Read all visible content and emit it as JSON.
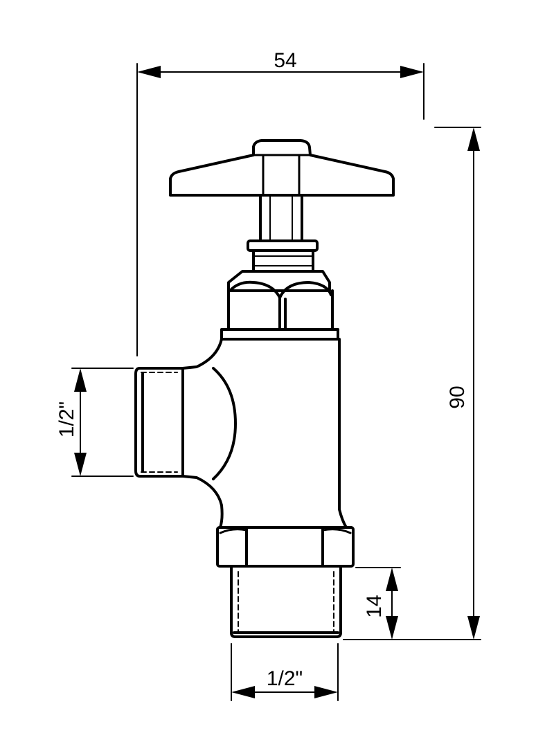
{
  "dimensions": {
    "overall_width": "54",
    "overall_height": "90",
    "side_inlet_thread": "1/2\"",
    "bottom_outlet_thread": "1/2\"",
    "bottom_thread_length": "14"
  }
}
